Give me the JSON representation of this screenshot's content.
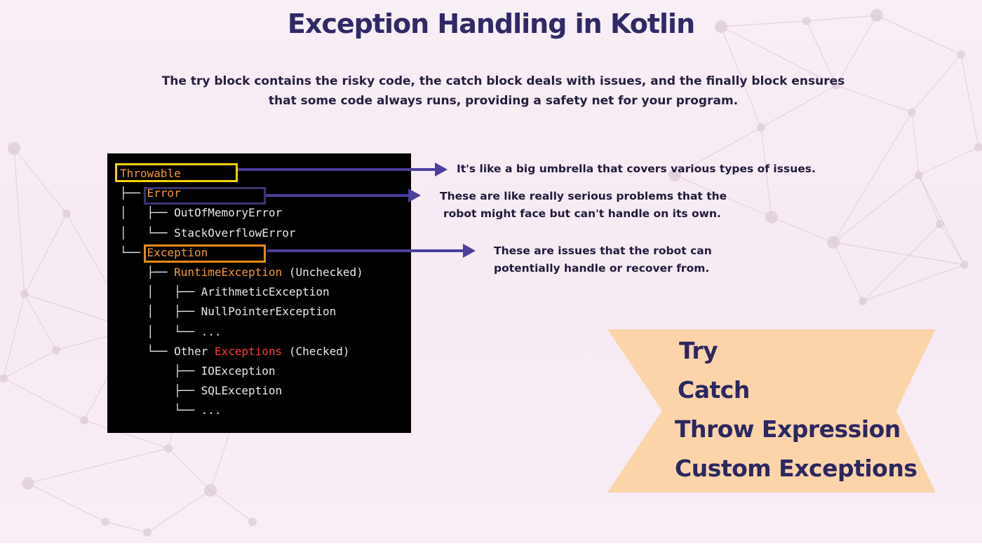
{
  "header": {
    "title": "Exception Handling in Kotlin",
    "subtitle": "The try block contains the risky code, the catch block deals with issues, and the finally block ensures that some code always runs, providing a safety net for your program."
  },
  "hierarchy": {
    "lines": [
      {
        "prefix": "",
        "segments": [
          {
            "text": "Throwable",
            "color": "orange"
          }
        ]
      },
      {
        "prefix": "├── ",
        "segments": [
          {
            "text": "Error",
            "color": "orange"
          }
        ]
      },
      {
        "prefix": "│   ├── ",
        "segments": [
          {
            "text": "OutOfMemoryError",
            "color": "white"
          }
        ]
      },
      {
        "prefix": "│   └── ",
        "segments": [
          {
            "text": "StackOverflowError",
            "color": "white"
          }
        ]
      },
      {
        "prefix": "└── ",
        "segments": [
          {
            "text": "Exception",
            "color": "orange"
          }
        ]
      },
      {
        "prefix": "    ├── ",
        "segments": [
          {
            "text": "RuntimeException",
            "color": "orange"
          },
          {
            "text": " (Unchecked)",
            "color": "white"
          }
        ]
      },
      {
        "prefix": "    │   ├── ",
        "segments": [
          {
            "text": "ArithmeticException",
            "color": "white"
          }
        ]
      },
      {
        "prefix": "    │   ├── ",
        "segments": [
          {
            "text": "NullPointerException",
            "color": "white"
          }
        ]
      },
      {
        "prefix": "    │   └── ",
        "segments": [
          {
            "text": "...",
            "color": "white"
          }
        ]
      },
      {
        "prefix": "    └── ",
        "segments": [
          {
            "text": "Other ",
            "color": "white"
          },
          {
            "text": "Exceptions",
            "color": "red"
          },
          {
            "text": " (Checked)",
            "color": "white"
          }
        ]
      },
      {
        "prefix": "        ├── ",
        "segments": [
          {
            "text": "IOException",
            "color": "white"
          }
        ]
      },
      {
        "prefix": "        ├── ",
        "segments": [
          {
            "text": "SQLException",
            "color": "white"
          }
        ]
      },
      {
        "prefix": "        └── ",
        "segments": [
          {
            "text": "...",
            "color": "white"
          }
        ]
      }
    ]
  },
  "annotations": {
    "throwable": "It's like a big umbrella that covers various types of issues.",
    "error_line1": "These are like really serious problems that the",
    "error_line2": "robot might face but can't handle on its own.",
    "exception_line1": "These are issues that the robot can",
    "exception_line2": "potentially handle or recover from."
  },
  "banner": {
    "items": [
      "Try",
      "Catch",
      "Throw Expression",
      "Custom Exceptions"
    ]
  },
  "colors": {
    "title": "#2f2a66",
    "arrow": "#4a3e9e",
    "throwable_box": "#f4d400",
    "error_box": "#3a3570",
    "exception_box": "#e8891b",
    "banner_fill": "#fbd4aa",
    "code_orange": "#f29a2e",
    "code_red": "#ff3b3b"
  }
}
